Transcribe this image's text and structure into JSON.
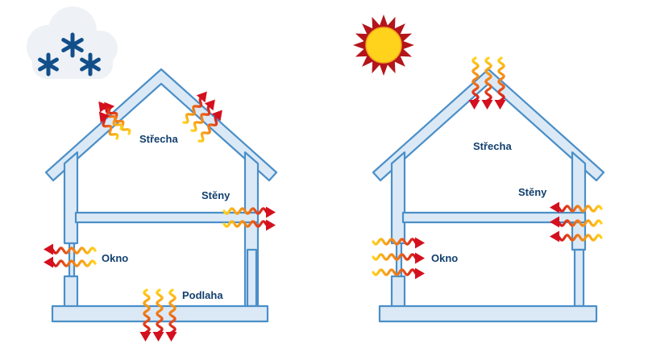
{
  "colors": {
    "house_fill": "#dbe9f6",
    "house_stroke": "#4b8fc8",
    "label_text": "#12406e",
    "snowflake": "#124f8a",
    "cloud": "#eef1f5",
    "sun_core": "#ffd21c",
    "sun_rays": "#b3151b",
    "heat_red": "#d40f1e",
    "heat_yellow": "#ffd21c"
  },
  "left_house": {
    "condition_icons": [
      "cloud-icon",
      "snowflake-icon"
    ],
    "labels": {
      "roof": "Střecha",
      "walls": "Stěny",
      "window": "Okno",
      "floor": "Podlaha"
    }
  },
  "right_house": {
    "condition_icons": [
      "sun-icon"
    ],
    "labels": {
      "roof": "Střecha",
      "walls": "Stěny",
      "window": "Okno"
    }
  }
}
